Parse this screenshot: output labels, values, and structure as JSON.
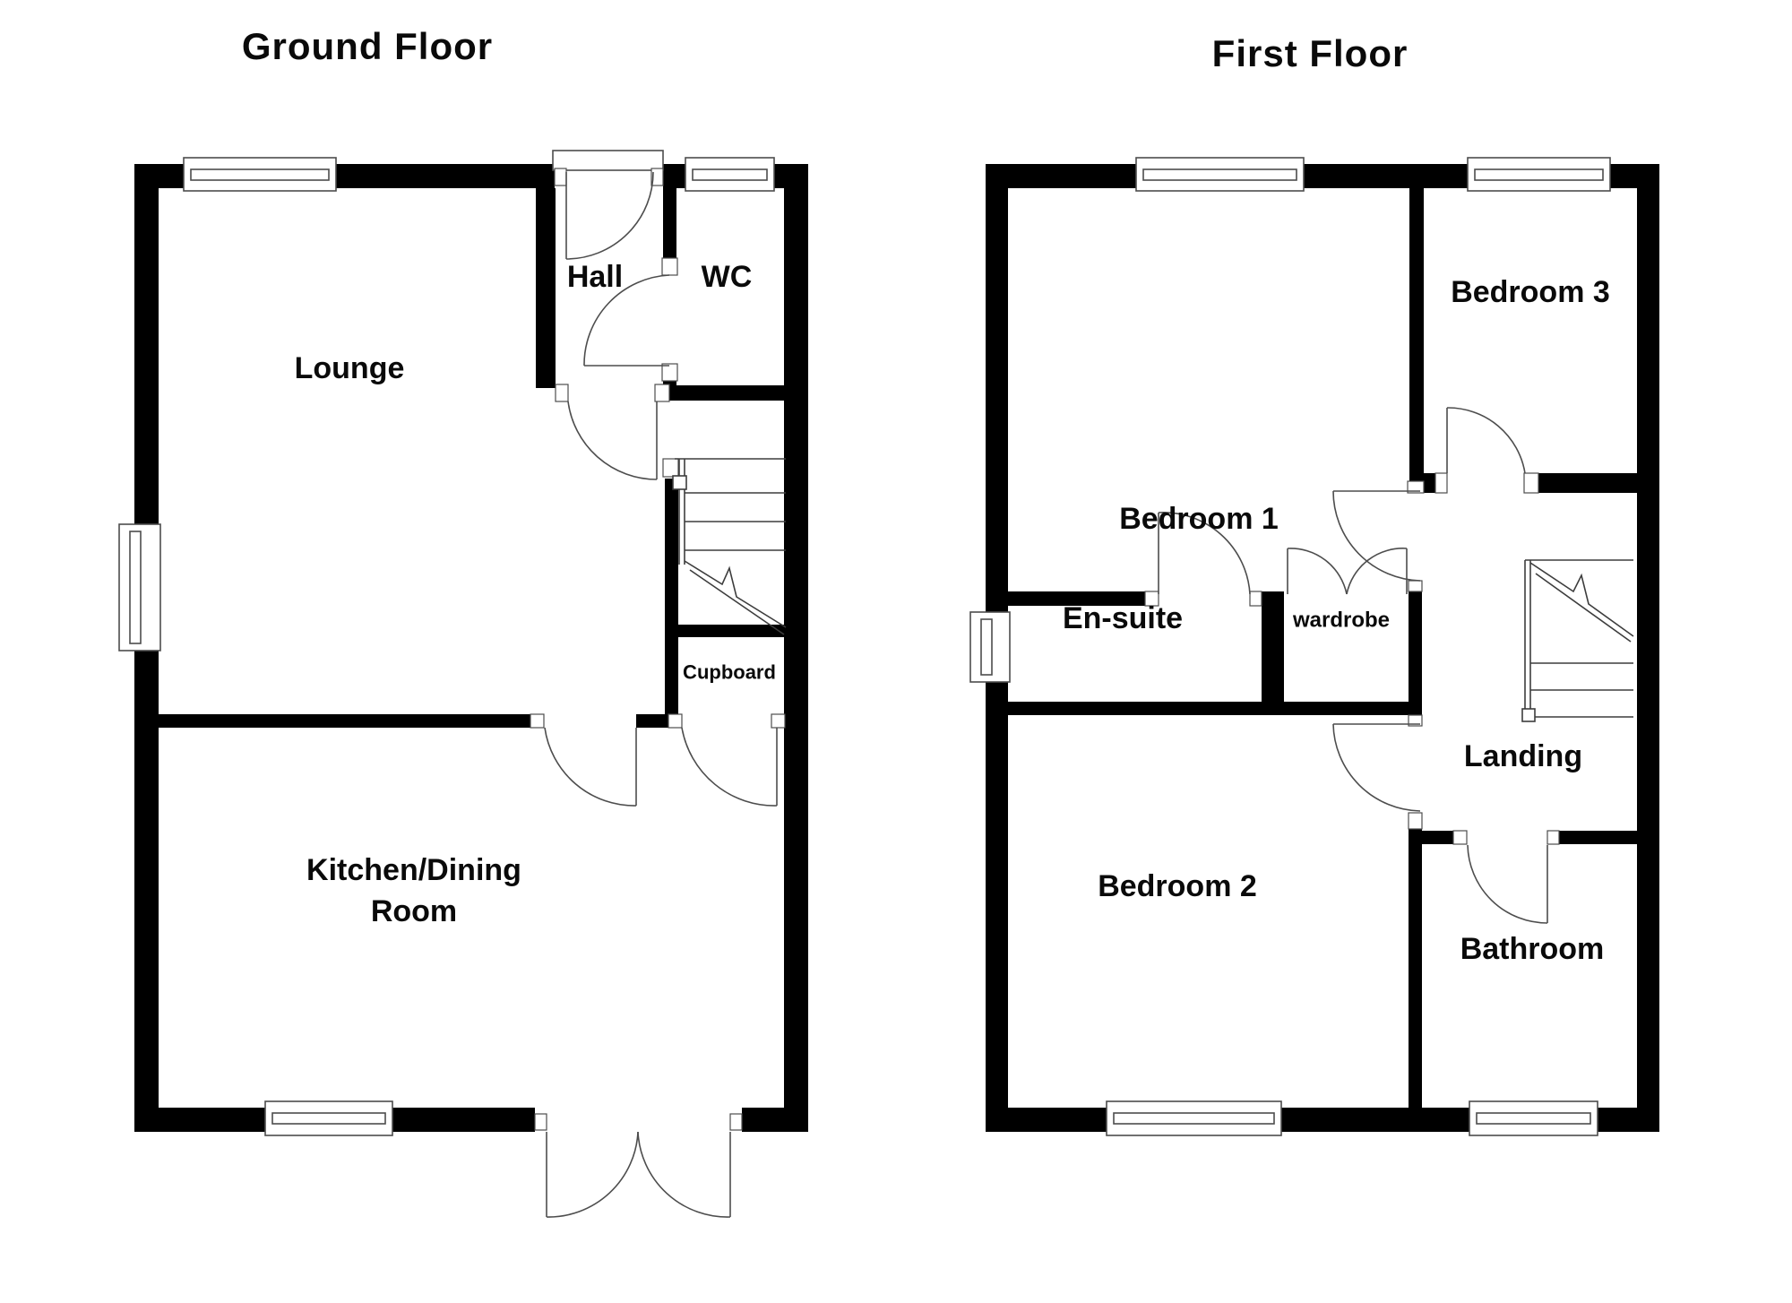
{
  "canvas": {
    "background": "#ffffff",
    "wall_color": "#000000",
    "line_color": "#4d4d4d"
  },
  "titles": {
    "ground": "Ground Floor",
    "first": "First Floor"
  },
  "rooms": {
    "ground": {
      "lounge": "Lounge",
      "hall": "Hall",
      "wc": "WC",
      "cupboard": "Cupboard",
      "kitchen_line1": "Kitchen/Dining",
      "kitchen_line2": "Room"
    },
    "first": {
      "bedroom1": "Bedroom 1",
      "bedroom3": "Bedroom 3",
      "ensuite": "En-suite",
      "wardrobe": "wardrobe",
      "landing": "Landing",
      "bedroom2": "Bedroom 2",
      "bathroom": "Bathroom"
    }
  }
}
